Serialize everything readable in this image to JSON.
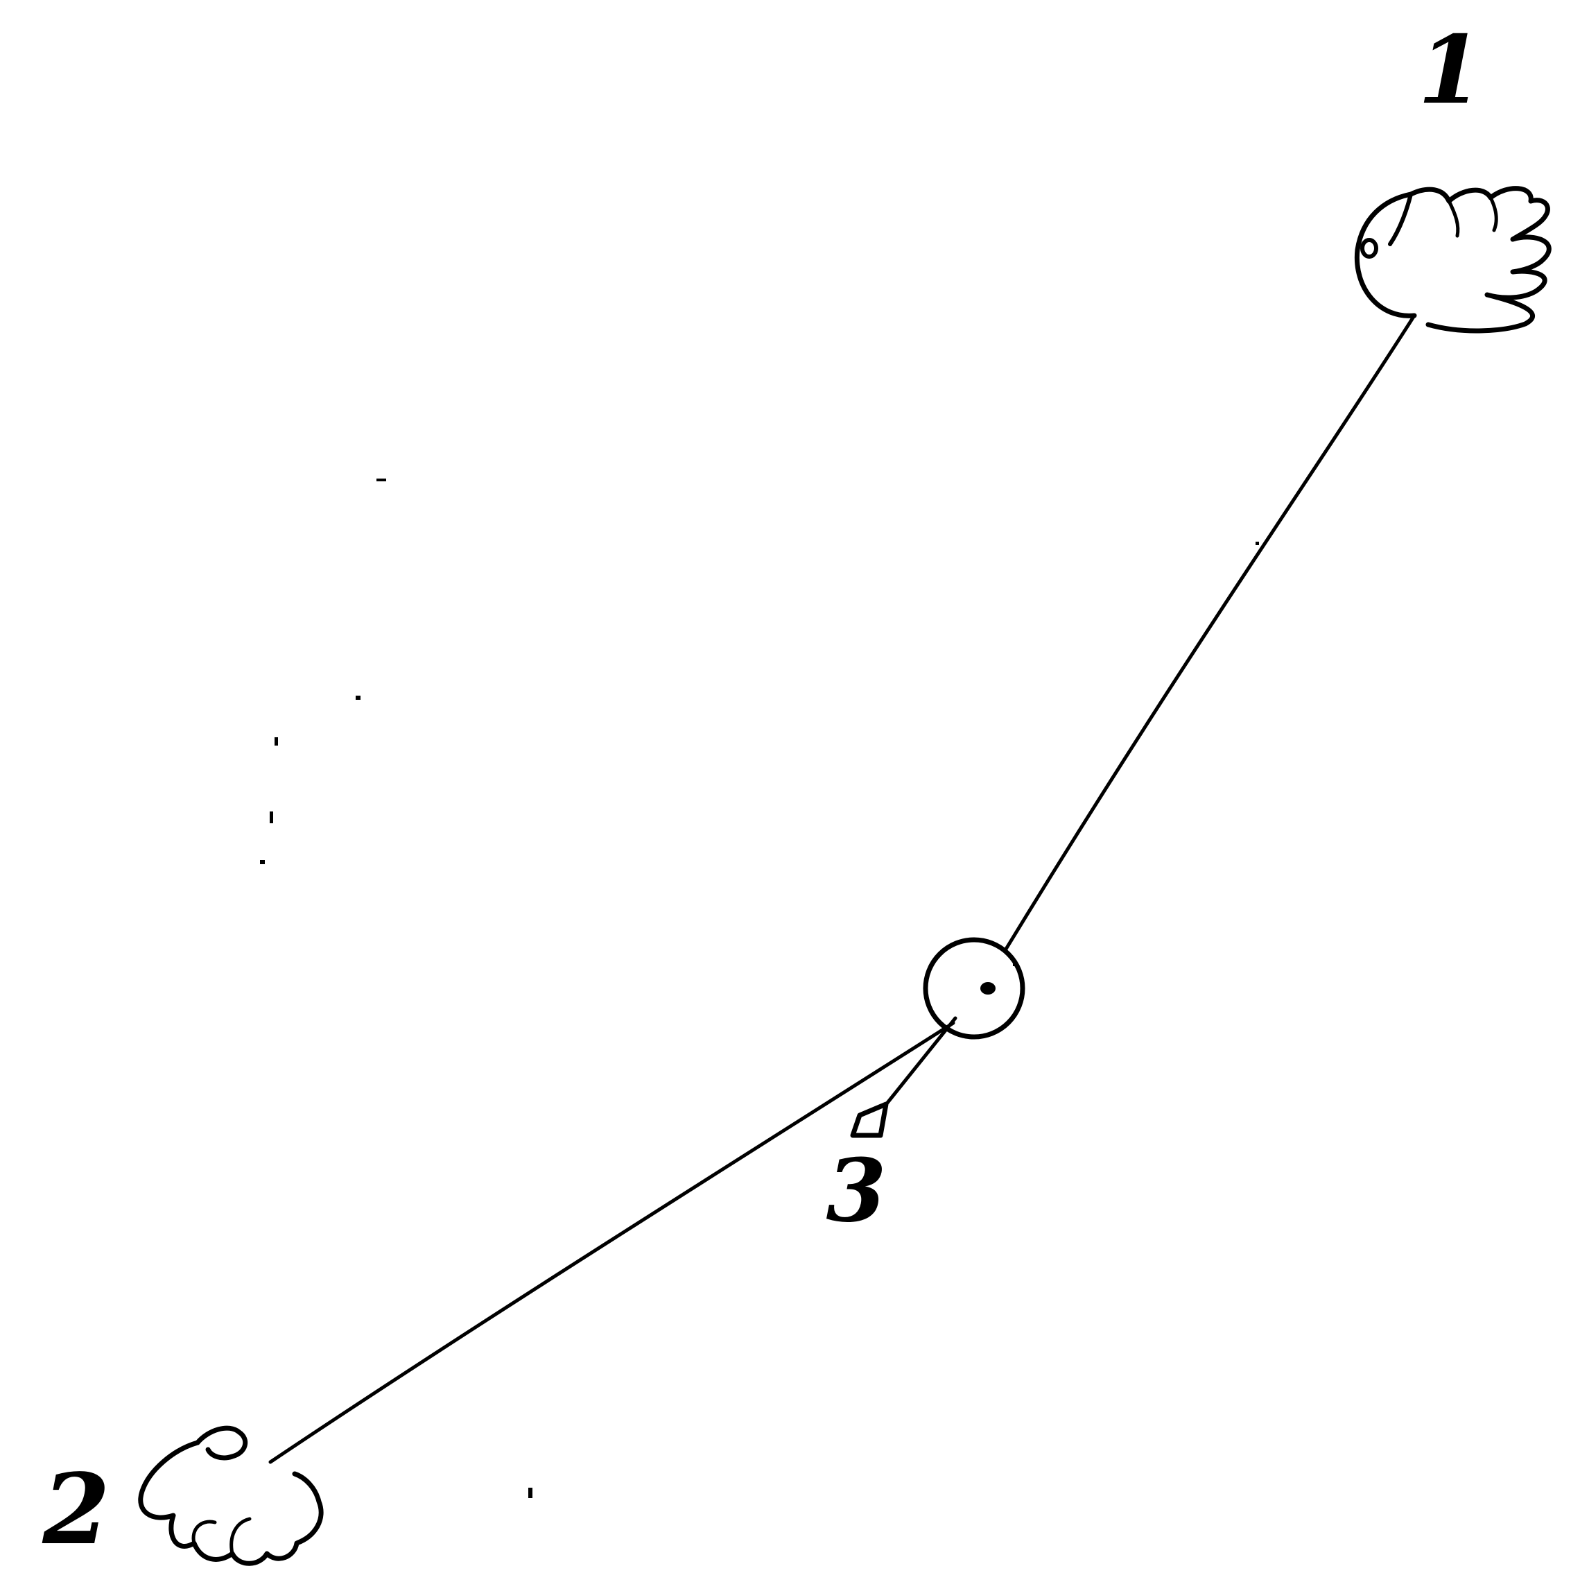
{
  "figure": {
    "background_color": "#ffffff",
    "ink_color": "#000000",
    "labels": {
      "hand_top": "1",
      "hand_bottom": "2",
      "weight": "3"
    }
  }
}
